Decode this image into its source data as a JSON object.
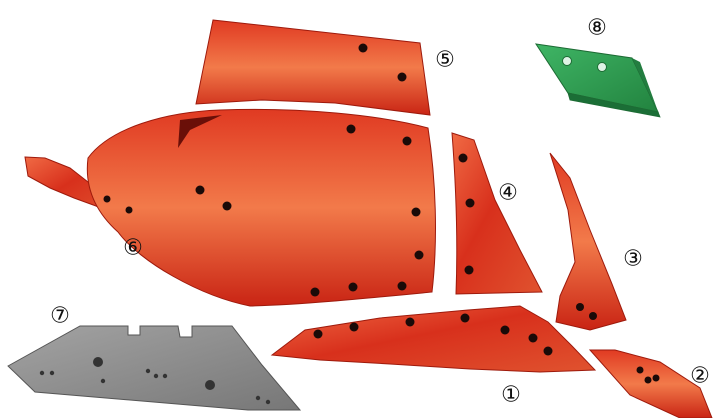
{
  "parts": [
    {
      "id": "share",
      "label": "①",
      "color": "red"
    },
    {
      "id": "shin-tip",
      "label": "②",
      "color": "red"
    },
    {
      "id": "shin-piece",
      "label": "③",
      "color": "red"
    },
    {
      "id": "wing-piece",
      "label": "④",
      "color": "red"
    },
    {
      "id": "top-wing",
      "label": "⑤",
      "color": "red"
    },
    {
      "id": "mouldboard",
      "label": "⑥",
      "color": "red"
    },
    {
      "id": "blade-grey",
      "label": "⑦",
      "color": "grey"
    },
    {
      "id": "point-green",
      "label": "⑧",
      "color": "green"
    }
  ],
  "colors": {
    "red_light": "#f2603a",
    "red_mid": "#d92f1c",
    "red_dark": "#a8180d",
    "grey": "#8c8c8c",
    "green": "#2e9a52"
  }
}
